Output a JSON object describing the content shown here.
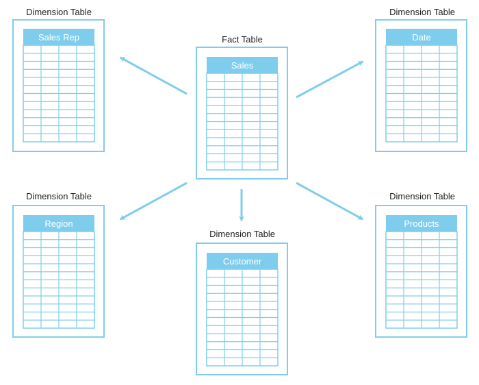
{
  "colors": {
    "accent": "#7fcdec",
    "header_text": "#ffffff",
    "caption_text": "#222222",
    "background": "#ffffff"
  },
  "fact": {
    "caption": "Fact Table",
    "title": "Sales"
  },
  "dimensions": [
    {
      "caption": "Dimension Table",
      "title": "Sales Rep"
    },
    {
      "caption": "Dimension Table",
      "title": "Date"
    },
    {
      "caption": "Dimension Table",
      "title": "Region"
    },
    {
      "caption": "Dimension Table",
      "title": "Customer"
    },
    {
      "caption": "Dimension Table",
      "title": "Products"
    }
  ]
}
